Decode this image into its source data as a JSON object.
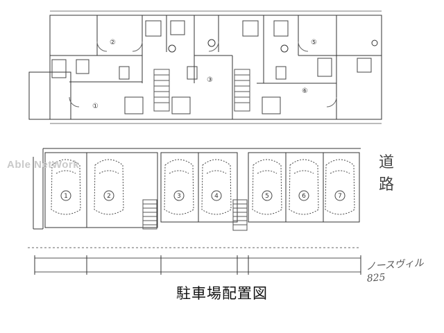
{
  "watermark": "Able NetWork",
  "caption": "駐車場配置図",
  "handwritten_note": "ノースヴィル 825",
  "road_label": [
    "道",
    "路"
  ],
  "upper_unit_numbers": [
    "②",
    "⑤",
    "①",
    "③",
    "⑥"
  ],
  "parking_spaces": [
    "1",
    "2",
    "3",
    "4",
    "5",
    "6",
    "7"
  ]
}
